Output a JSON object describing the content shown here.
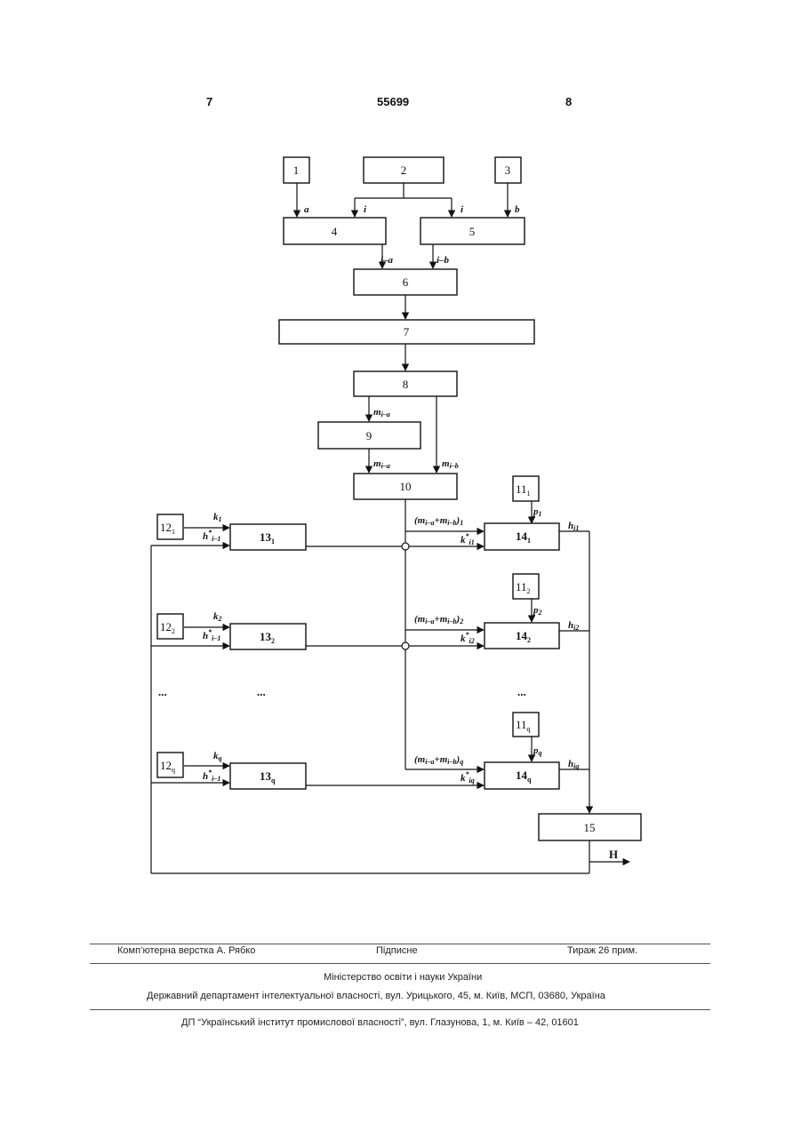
{
  "header": {
    "page_left": "7",
    "patent_number": "55699",
    "page_right": "8"
  },
  "diagram": {
    "blocks": {
      "b1": "1",
      "b2": "2",
      "b3": "3",
      "b4": "4",
      "b5": "5",
      "b6": "6",
      "b7": "7",
      "b8": "8",
      "b9": "9",
      "b10": "10",
      "b15": "15",
      "b11_1": "11",
      "b11_1_sub": "1",
      "b11_2": "11",
      "b11_2_sub": "2",
      "b11_q": "11",
      "b11_q_sub": "q",
      "b12_1": "12",
      "b12_1_sub": "1",
      "b12_2": "12",
      "b12_2_sub": "2",
      "b12_q": "12",
      "b12_q_sub": "q",
      "b13_1": "13",
      "b13_1_sub": "1",
      "b13_2": "13",
      "b13_2_sub": "2",
      "b13_q": "13",
      "b13_q_sub": "q",
      "b14_1": "14",
      "b14_1_sub": "1",
      "b14_2": "14",
      "b14_2_sub": "2",
      "b14_q": "14",
      "b14_q_sub": "q"
    },
    "signals": {
      "a": "a",
      "b": "b",
      "i_left": "i",
      "i_right": "i",
      "i_minus_a": "i–a",
      "i_minus_b": "i–b",
      "m_ia_1": "m",
      "m_ia_1_sub": "i–a",
      "m_ia_2": "m",
      "m_ia_2_sub": "i–a",
      "m_ib": "m",
      "m_ib_sub": "i–b",
      "sum_1": "(m",
      "sum_1_a": "i–a",
      "sum_1_mid": "+m",
      "sum_1_b": "i–b",
      "sum_1_end": ")",
      "sum_1_idx": "1",
      "sum_2": "(m",
      "sum_2_a": "i–a",
      "sum_2_mid": "+m",
      "sum_2_b": "i–b",
      "sum_2_end": ")",
      "sum_2_idx": "2",
      "sum_q": "(m",
      "sum_q_a": "i–a",
      "sum_q_mid": "+m",
      "sum_q_b": "i–b",
      "sum_q_end": ")",
      "sum_q_idx": "q",
      "k_1": "k",
      "k_1_sub": "1",
      "k_2": "k",
      "k_2_sub": "2",
      "k_q": "k",
      "k_q_sub": "q",
      "h_in_1": "h",
      "h_in_1_sub": "i–1",
      "h_in_2": "h",
      "h_in_2_sub": "i–1",
      "h_in_q": "h",
      "h_in_q_sub": "i–1",
      "ks_1": "k",
      "ks_1_sub": "i1",
      "ks_2": "k",
      "ks_2_sub": "i2",
      "ks_q": "k",
      "ks_q_sub": "iq",
      "p_1": "p",
      "p_1_sub": "1",
      "p_2": "p",
      "p_2_sub": "2",
      "p_q": "p",
      "p_q_sub": "q",
      "h_out_1": "h",
      "h_out_1_sub": "i1",
      "h_out_2": "h",
      "h_out_2_sub": "i2",
      "h_out_q": "h",
      "h_out_q_sub": "iq",
      "star": "*",
      "output_H": "H"
    },
    "ellipsis": "..."
  },
  "footer": {
    "layout": "Комп’ютерна верстка А. Рябко",
    "signed": "Підписне",
    "circulation": "Тираж 26 прим.",
    "ministry": "Міністерство освіти і науки України",
    "department": "Державний департамент інтелектуальної власності, вул. Урицького, 45, м. Київ, МСП, 03680, Україна",
    "institute": "ДП “Український інститут промислової власності”, вул. Глазунова, 1, м. Київ – 42, 01601"
  }
}
